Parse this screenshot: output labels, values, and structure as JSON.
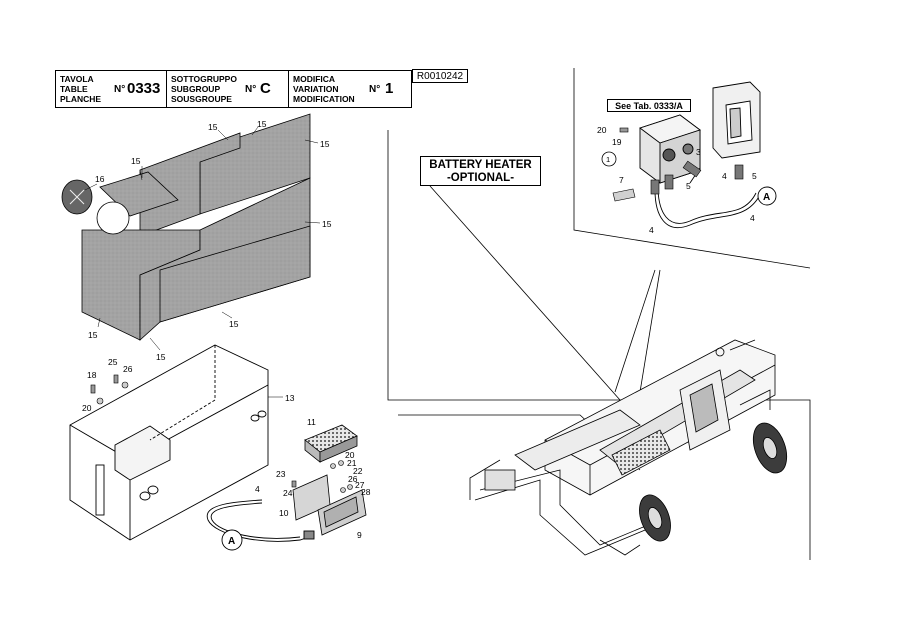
{
  "title_block": {
    "table_words": [
      "TAVOLA",
      "TABLE",
      "PLANCHE"
    ],
    "table_no_label": "N°",
    "table_no": "0333",
    "subgroup_words": [
      "SOTTOGRUPPO",
      "SUBGROUP",
      "SOUSGROUPE"
    ],
    "subgroup_no_label": "N°",
    "subgroup_no": "C",
    "modification_words": [
      "MODIFICA",
      "VARIATION",
      "MODIFICATION"
    ],
    "modification_no_label": "N°",
    "modification_no": "1"
  },
  "reference_code": "R0010242",
  "heater_box": {
    "line1": "BATTERY HEATER",
    "line2": "-OPTIONAL-"
  },
  "see_tab": "See Tab. 0333/A",
  "callouts": {
    "panel_15": "15",
    "cover_16": "16",
    "box_13": "13",
    "heater_11": "11",
    "bracket_10": "10",
    "pad_9": "9",
    "cable_4": "4",
    "screw_25": "25",
    "washer_26": "26",
    "screw_18": "18",
    "washer_20": "20",
    "washer_21": "21",
    "nut_22": "22",
    "screw_23": "23",
    "washer_24": "24",
    "nut_27": "27",
    "washer_28": "28",
    "screw_19": "19",
    "connector_3": "3",
    "gland_5": "5",
    "label_7": "7",
    "control_box_1": "1",
    "connector_a": "A"
  }
}
